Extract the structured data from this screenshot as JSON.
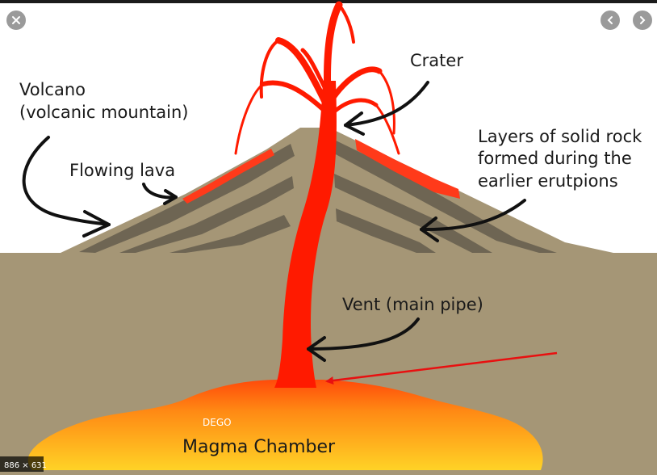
{
  "viewer": {
    "image_size_badge": "886 × 631",
    "close_icon": "close-icon",
    "prev_icon": "chevron-left-icon",
    "next_icon": "chevron-right-icon"
  },
  "diagram": {
    "labels": {
      "volcano_line1": "Volcano",
      "volcano_line2": "(volcanic mountain)",
      "crater": "Crater",
      "flowing_lava": "Flowing lava",
      "layers_line1": "Layers of solid rock",
      "layers_line2": "formed during the",
      "layers_line3": "earlier erutpions",
      "vent": "Vent (main pipe)",
      "magma_chamber": "Magma Chamber",
      "watermark": "DEGO"
    },
    "colors": {
      "ground": "#a59676",
      "mountain": "#a59676",
      "rock_layer": "#6e6553",
      "lava": "#ff1a00",
      "lava_flow": "#ff3a1a",
      "magma_top": "#ff5a10",
      "magma_bottom": "#ffcc22",
      "annotation_arrow": "#e81010"
    }
  }
}
